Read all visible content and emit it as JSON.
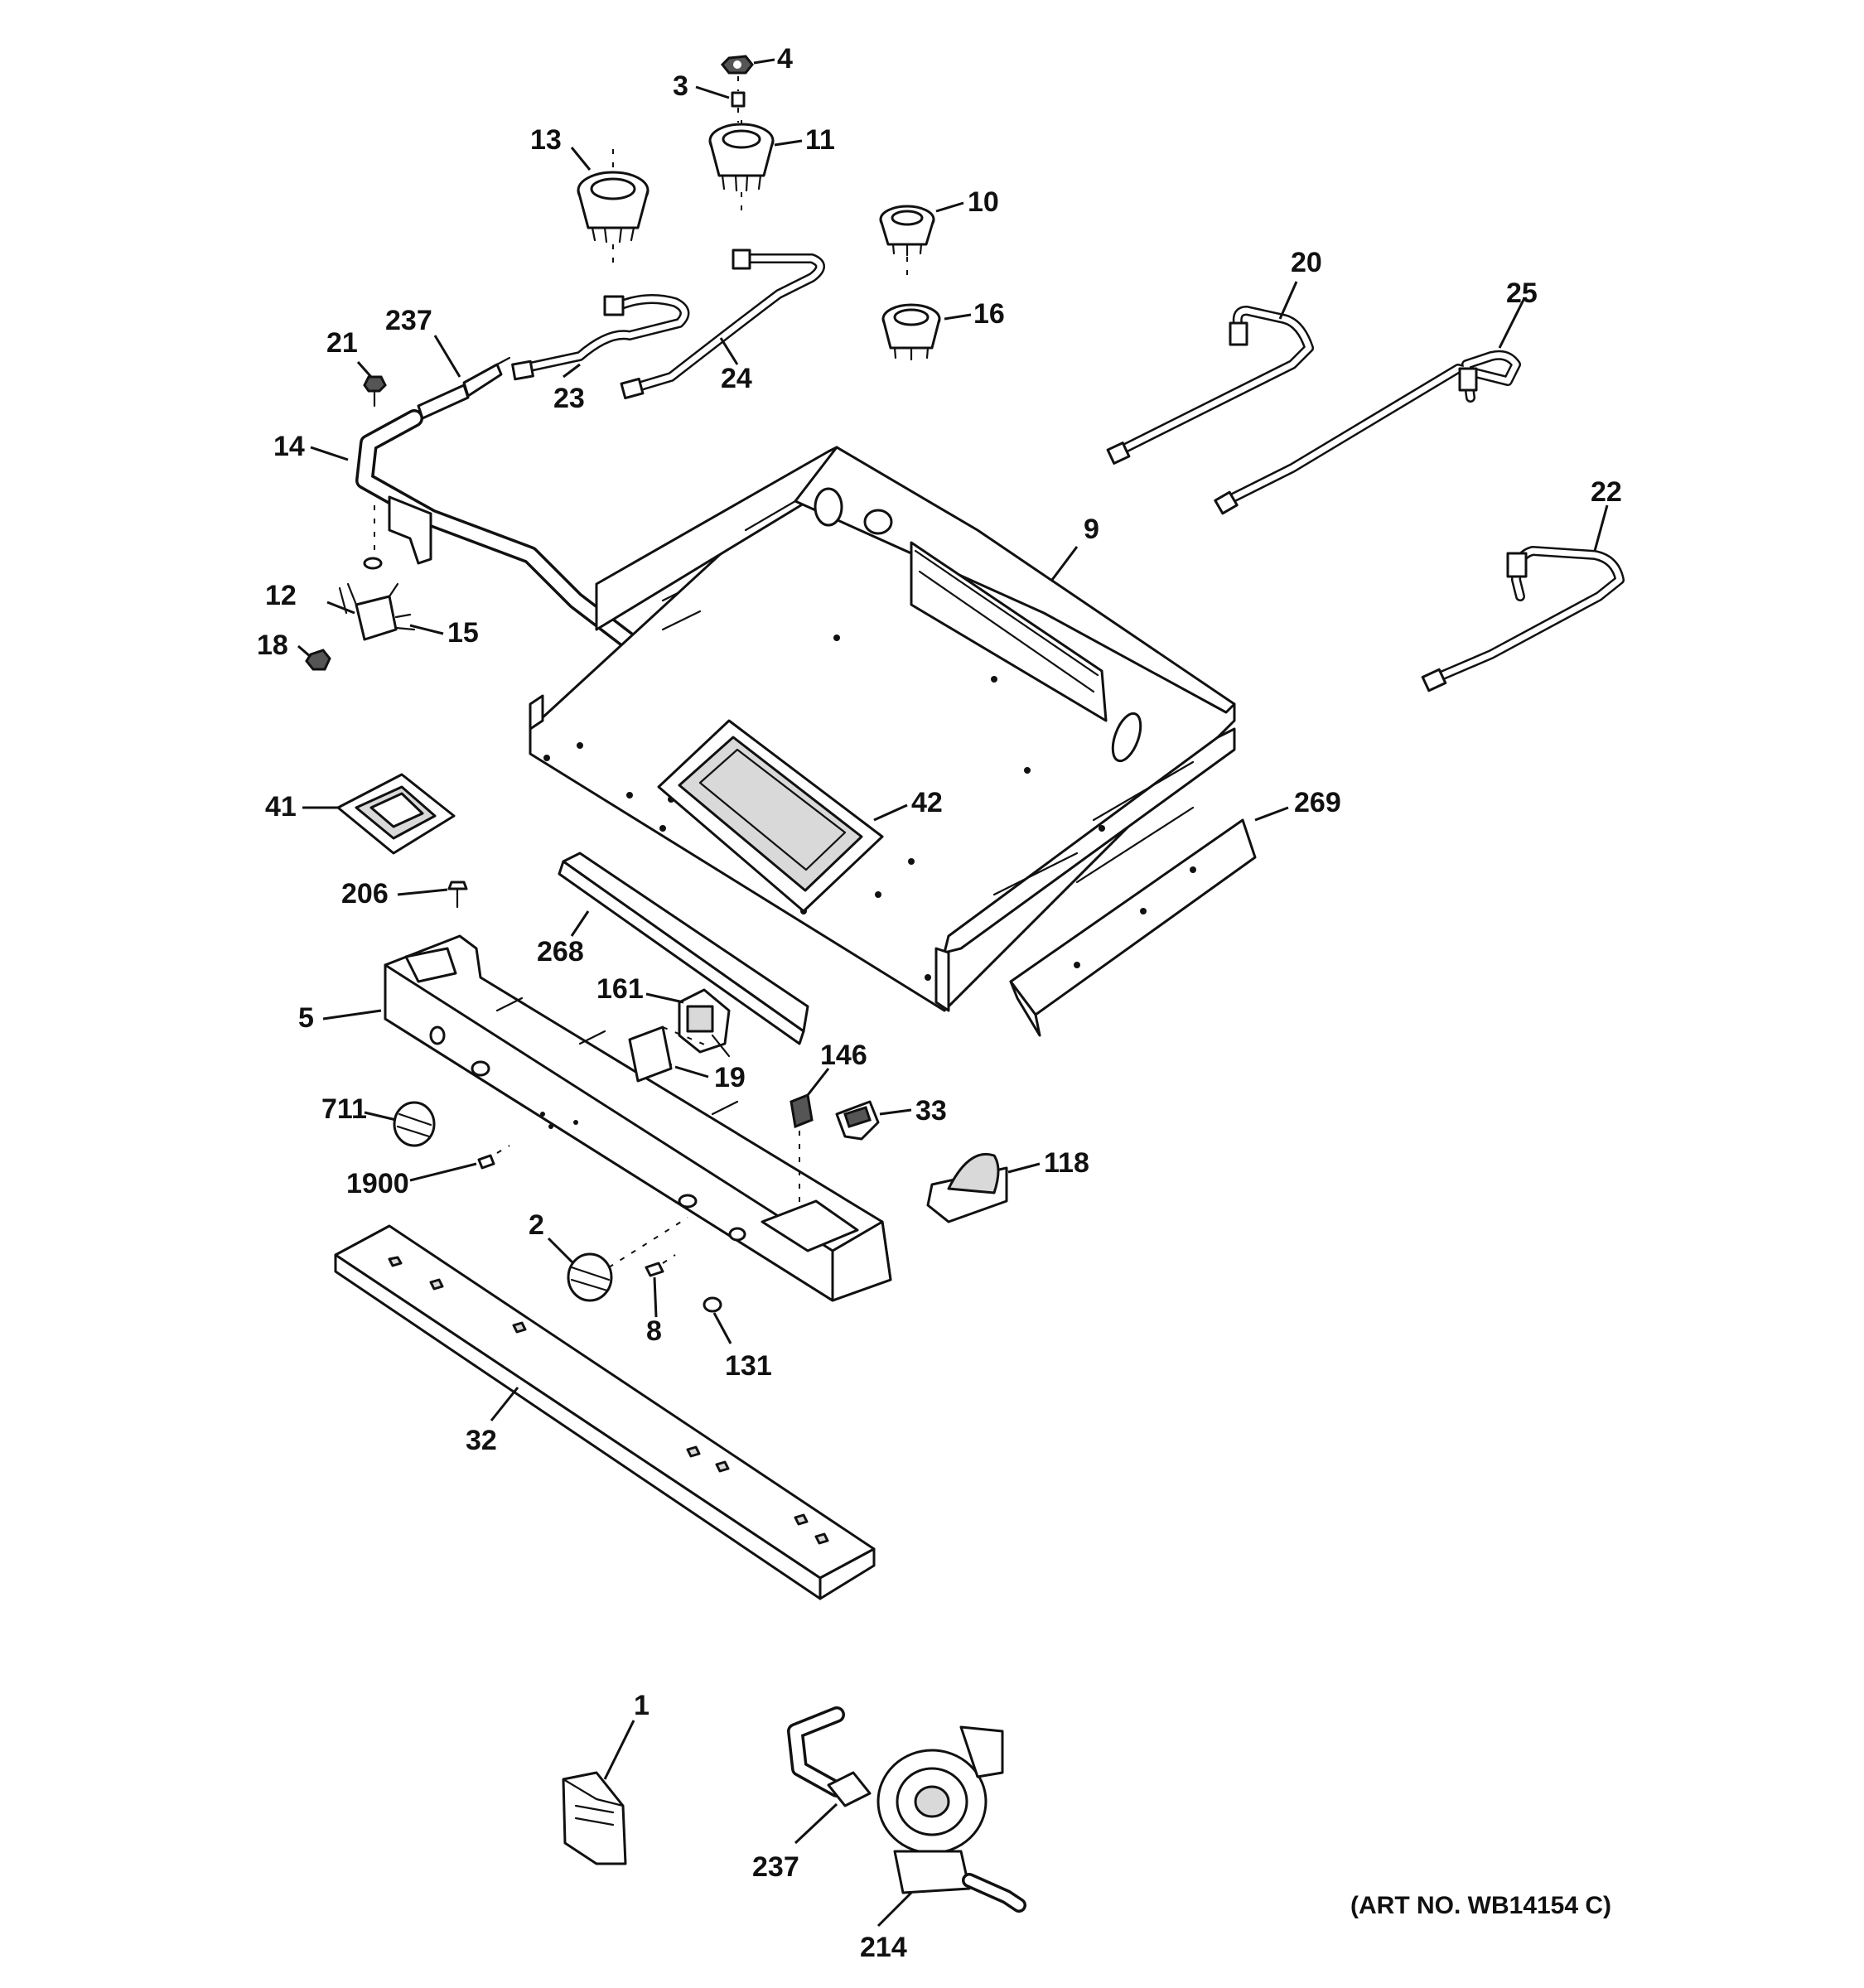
{
  "diagram": {
    "art_number": "(ART NO. WB14154 C)",
    "callouts": [
      {
        "id": "c4",
        "label": "4"
      },
      {
        "id": "c3",
        "label": "3"
      },
      {
        "id": "c13",
        "label": "13"
      },
      {
        "id": "c11",
        "label": "11"
      },
      {
        "id": "c10",
        "label": "10"
      },
      {
        "id": "c16",
        "label": "16"
      },
      {
        "id": "c20",
        "label": "20"
      },
      {
        "id": "c25",
        "label": "25"
      },
      {
        "id": "c21",
        "label": "21"
      },
      {
        "id": "c237a",
        "label": "237"
      },
      {
        "id": "c23",
        "label": "23"
      },
      {
        "id": "c24",
        "label": "24"
      },
      {
        "id": "c14",
        "label": "14"
      },
      {
        "id": "c9",
        "label": "9"
      },
      {
        "id": "c22",
        "label": "22"
      },
      {
        "id": "c12",
        "label": "12"
      },
      {
        "id": "c15",
        "label": "15"
      },
      {
        "id": "c18",
        "label": "18"
      },
      {
        "id": "c41",
        "label": "41"
      },
      {
        "id": "c42",
        "label": "42"
      },
      {
        "id": "c269",
        "label": "269"
      },
      {
        "id": "c206",
        "label": "206"
      },
      {
        "id": "c268",
        "label": "268"
      },
      {
        "id": "c161",
        "label": "161"
      },
      {
        "id": "c5",
        "label": "5"
      },
      {
        "id": "c146",
        "label": "146"
      },
      {
        "id": "c19",
        "label": "19"
      },
      {
        "id": "c711",
        "label": "711"
      },
      {
        "id": "c33",
        "label": "33"
      },
      {
        "id": "c118",
        "label": "118"
      },
      {
        "id": "c1900",
        "label": "1900"
      },
      {
        "id": "c2",
        "label": "2"
      },
      {
        "id": "c8",
        "label": "8"
      },
      {
        "id": "c131",
        "label": "131"
      },
      {
        "id": "c32",
        "label": "32"
      },
      {
        "id": "c1",
        "label": "1"
      },
      {
        "id": "c237b",
        "label": "237"
      },
      {
        "id": "c214",
        "label": "214"
      }
    ]
  }
}
